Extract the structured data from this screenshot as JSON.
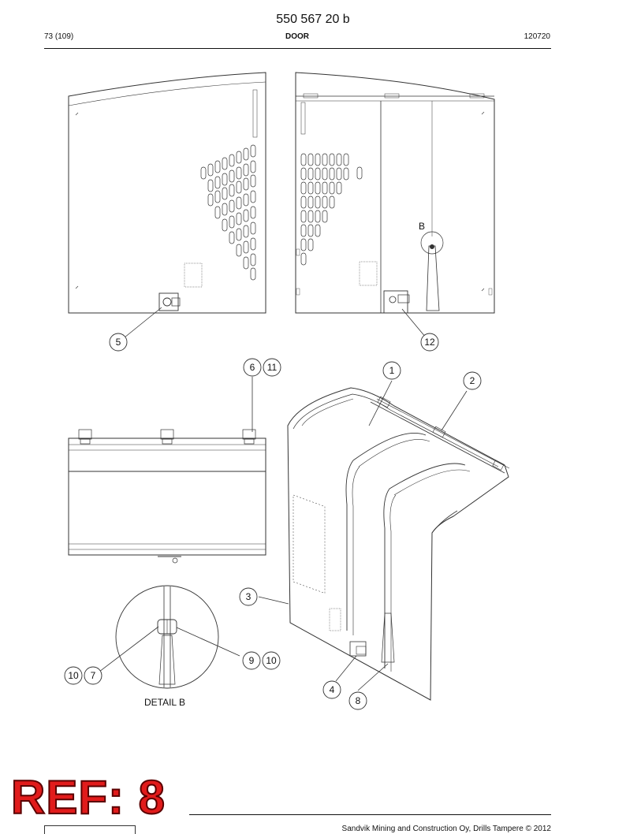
{
  "header": {
    "document_number": "550 567 20 b",
    "page": "73 (109)",
    "section_title": "DOOR",
    "code": "120720"
  },
  "callouts": {
    "c1": "1",
    "c2": "2",
    "c3": "3",
    "c4": "4",
    "c5": "5",
    "c6": "6",
    "c7": "7",
    "c8": "8",
    "c9": "9",
    "c10a": "10",
    "c10b": "10",
    "c11": "11",
    "c12": "12"
  },
  "labels": {
    "detail_marker": "B",
    "detail_caption": "DETAIL B"
  },
  "stamp": {
    "ref": "REF: 8"
  },
  "footer": {
    "copyright": "Sandvik Mining and Construction Oy, Drills Tampere © 2012"
  }
}
